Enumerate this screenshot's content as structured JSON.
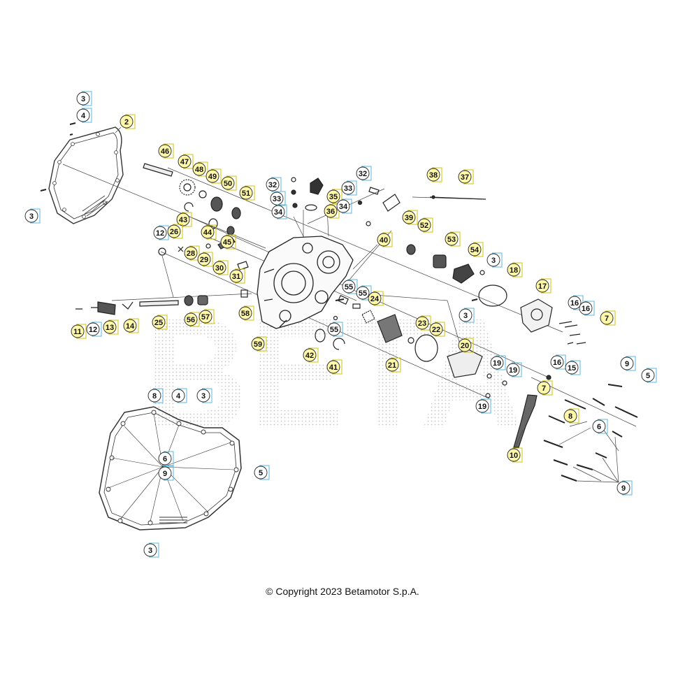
{
  "copyright": "© Copyright 2023 Betamotor S.p.A.",
  "watermark": "BETA",
  "colors": {
    "yellow_fill": "#fff8a8",
    "yellow_stroke": "#d4c400",
    "blue_stroke": "#5bb8e0",
    "line": "#333333",
    "watermark_dots": "#c8c8c8"
  },
  "callouts": [
    {
      "n": "2",
      "s": "y"
    },
    {
      "n": "3",
      "s": "b"
    },
    {
      "n": "4",
      "s": "b"
    },
    {
      "n": "3",
      "s": "b"
    },
    {
      "n": "46",
      "s": "y"
    },
    {
      "n": "47",
      "s": "y"
    },
    {
      "n": "48",
      "s": "y"
    },
    {
      "n": "49",
      "s": "y"
    },
    {
      "n": "50",
      "s": "y"
    },
    {
      "n": "51",
      "s": "y"
    },
    {
      "n": "43",
      "s": "y"
    },
    {
      "n": "44",
      "s": "y"
    },
    {
      "n": "45",
      "s": "y"
    },
    {
      "n": "12",
      "s": "b"
    },
    {
      "n": "26",
      "s": "y"
    },
    {
      "n": "28",
      "s": "y"
    },
    {
      "n": "29",
      "s": "y"
    },
    {
      "n": "30",
      "s": "y"
    },
    {
      "n": "31",
      "s": "y"
    },
    {
      "n": "32",
      "s": "b"
    },
    {
      "n": "33",
      "s": "b"
    },
    {
      "n": "34",
      "s": "b"
    },
    {
      "n": "35",
      "s": "y"
    },
    {
      "n": "36",
      "s": "y"
    },
    {
      "n": "34",
      "s": "b"
    },
    {
      "n": "32",
      "s": "b"
    },
    {
      "n": "33",
      "s": "b"
    },
    {
      "n": "38",
      "s": "y"
    },
    {
      "n": "37",
      "s": "y"
    },
    {
      "n": "39",
      "s": "y"
    },
    {
      "n": "40",
      "s": "y"
    },
    {
      "n": "52",
      "s": "y"
    },
    {
      "n": "53",
      "s": "y"
    },
    {
      "n": "54",
      "s": "y"
    },
    {
      "n": "3",
      "s": "b"
    },
    {
      "n": "18",
      "s": "y"
    },
    {
      "n": "17",
      "s": "y"
    },
    {
      "n": "55",
      "s": "b"
    },
    {
      "n": "55",
      "s": "b"
    },
    {
      "n": "24",
      "s": "y"
    },
    {
      "n": "3",
      "s": "b"
    },
    {
      "n": "16",
      "s": "b"
    },
    {
      "n": "16",
      "s": "b"
    },
    {
      "n": "7",
      "s": "y"
    },
    {
      "n": "58",
      "s": "y"
    },
    {
      "n": "11",
      "s": "y"
    },
    {
      "n": "12",
      "s": "b"
    },
    {
      "n": "13",
      "s": "y"
    },
    {
      "n": "14",
      "s": "y"
    },
    {
      "n": "25",
      "s": "y"
    },
    {
      "n": "56",
      "s": "y"
    },
    {
      "n": "57",
      "s": "y"
    },
    {
      "n": "55",
      "s": "b"
    },
    {
      "n": "23",
      "s": "y"
    },
    {
      "n": "22",
      "s": "y"
    },
    {
      "n": "59",
      "s": "y"
    },
    {
      "n": "42",
      "s": "y"
    },
    {
      "n": "41",
      "s": "y"
    },
    {
      "n": "21",
      "s": "y"
    },
    {
      "n": "20",
      "s": "y"
    },
    {
      "n": "16",
      "s": "b"
    },
    {
      "n": "15",
      "s": "b"
    },
    {
      "n": "19",
      "s": "b"
    },
    {
      "n": "19",
      "s": "b"
    },
    {
      "n": "9",
      "s": "b"
    },
    {
      "n": "5",
      "s": "b"
    },
    {
      "n": "7",
      "s": "y"
    },
    {
      "n": "19",
      "s": "b"
    },
    {
      "n": "8",
      "s": "y"
    },
    {
      "n": "6",
      "s": "b"
    },
    {
      "n": "10",
      "s": "y"
    },
    {
      "n": "9",
      "s": "b"
    },
    {
      "n": "8",
      "s": "b"
    },
    {
      "n": "4",
      "s": "b"
    },
    {
      "n": "3",
      "s": "b"
    },
    {
      "n": "6",
      "s": "b"
    },
    {
      "n": "9",
      "s": "b"
    },
    {
      "n": "5",
      "s": "b"
    },
    {
      "n": "3",
      "s": "b"
    }
  ]
}
